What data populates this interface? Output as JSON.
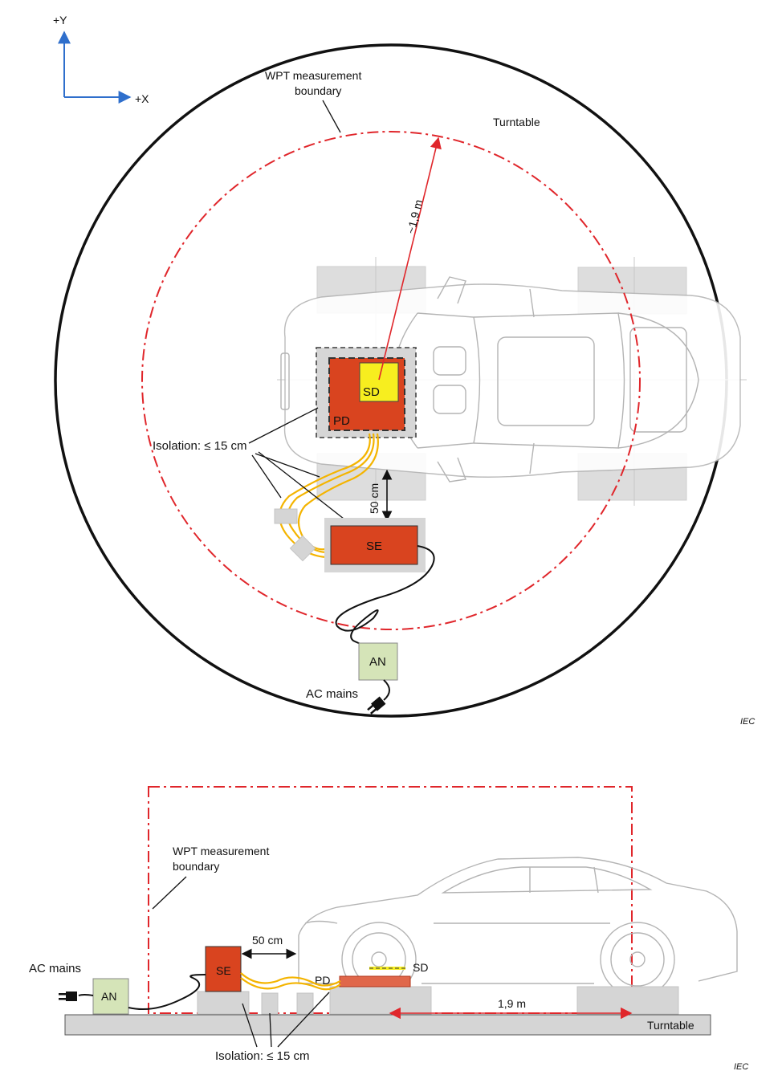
{
  "top_view": {
    "axis_y_label": "+Y",
    "axis_x_label": "+X",
    "boundary_label_line1": "WPT measurement",
    "boundary_label_line2": "boundary",
    "turntable_label": "Turntable",
    "radius_label": "~1,9 m",
    "sd_label": "SD",
    "pd_label": "PD",
    "isolation_label": "Isolation: ≤ 15 cm",
    "distance_label": "50 cm",
    "se_label": "SE",
    "an_label": "AN",
    "ac_mains_label": "AC mains",
    "iec_label": "IEC"
  },
  "side_view": {
    "boundary_label_line1": "WPT measurement",
    "boundary_label_line2": "boundary",
    "distance_label": "50 cm",
    "se_label": "SE",
    "sd_label": "SD",
    "pd_label": "PD",
    "ac_mains_label": "AC mains",
    "an_label": "AN",
    "width_label": "1,9 m",
    "turntable_label": "Turntable",
    "isolation_label": "Isolation: ≤ 15 cm",
    "iec_label": "IEC"
  },
  "colors": {
    "boundary": "#e0262b",
    "primary_device": "#d9441f",
    "secondary_device": "#f7ee1f",
    "supply_equipment": "#d9441f",
    "artificial_network": "#d5e4b8",
    "cable": "#f4b400",
    "turntable": "#d5d5d5"
  }
}
